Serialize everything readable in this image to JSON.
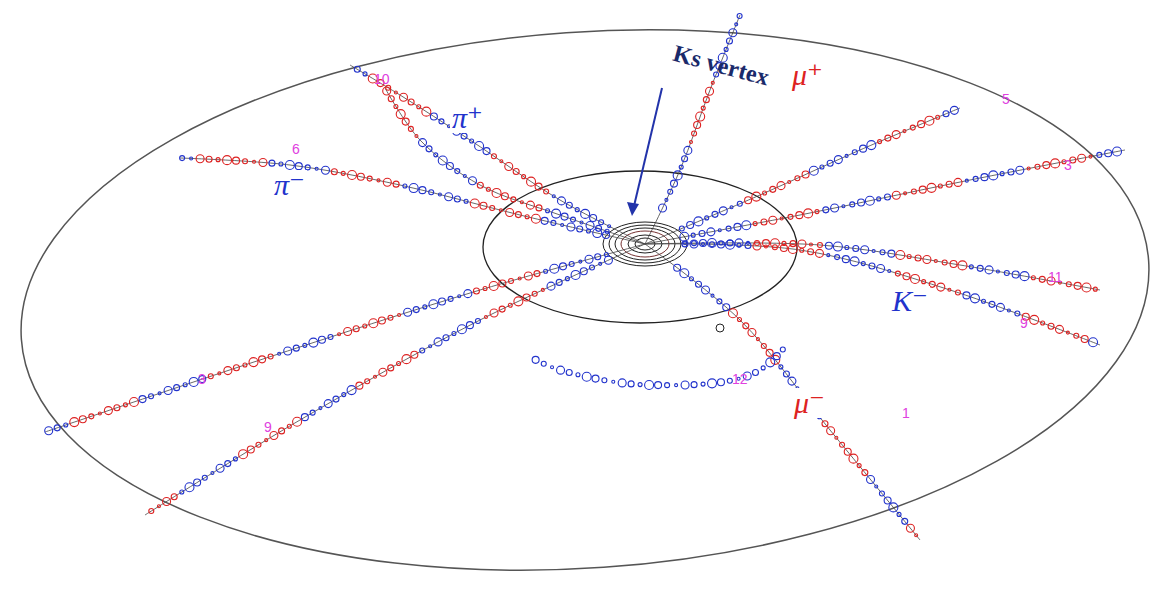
{
  "diagram": {
    "labels": [
      "Ks vertex",
      "μ⁺",
      "π⁺",
      "π⁻",
      "K⁻",
      "μ⁻",
      "10",
      "6",
      "3",
      "9",
      "11",
      "9",
      "12",
      "1",
      "5",
      "3"
    ]
  }
}
